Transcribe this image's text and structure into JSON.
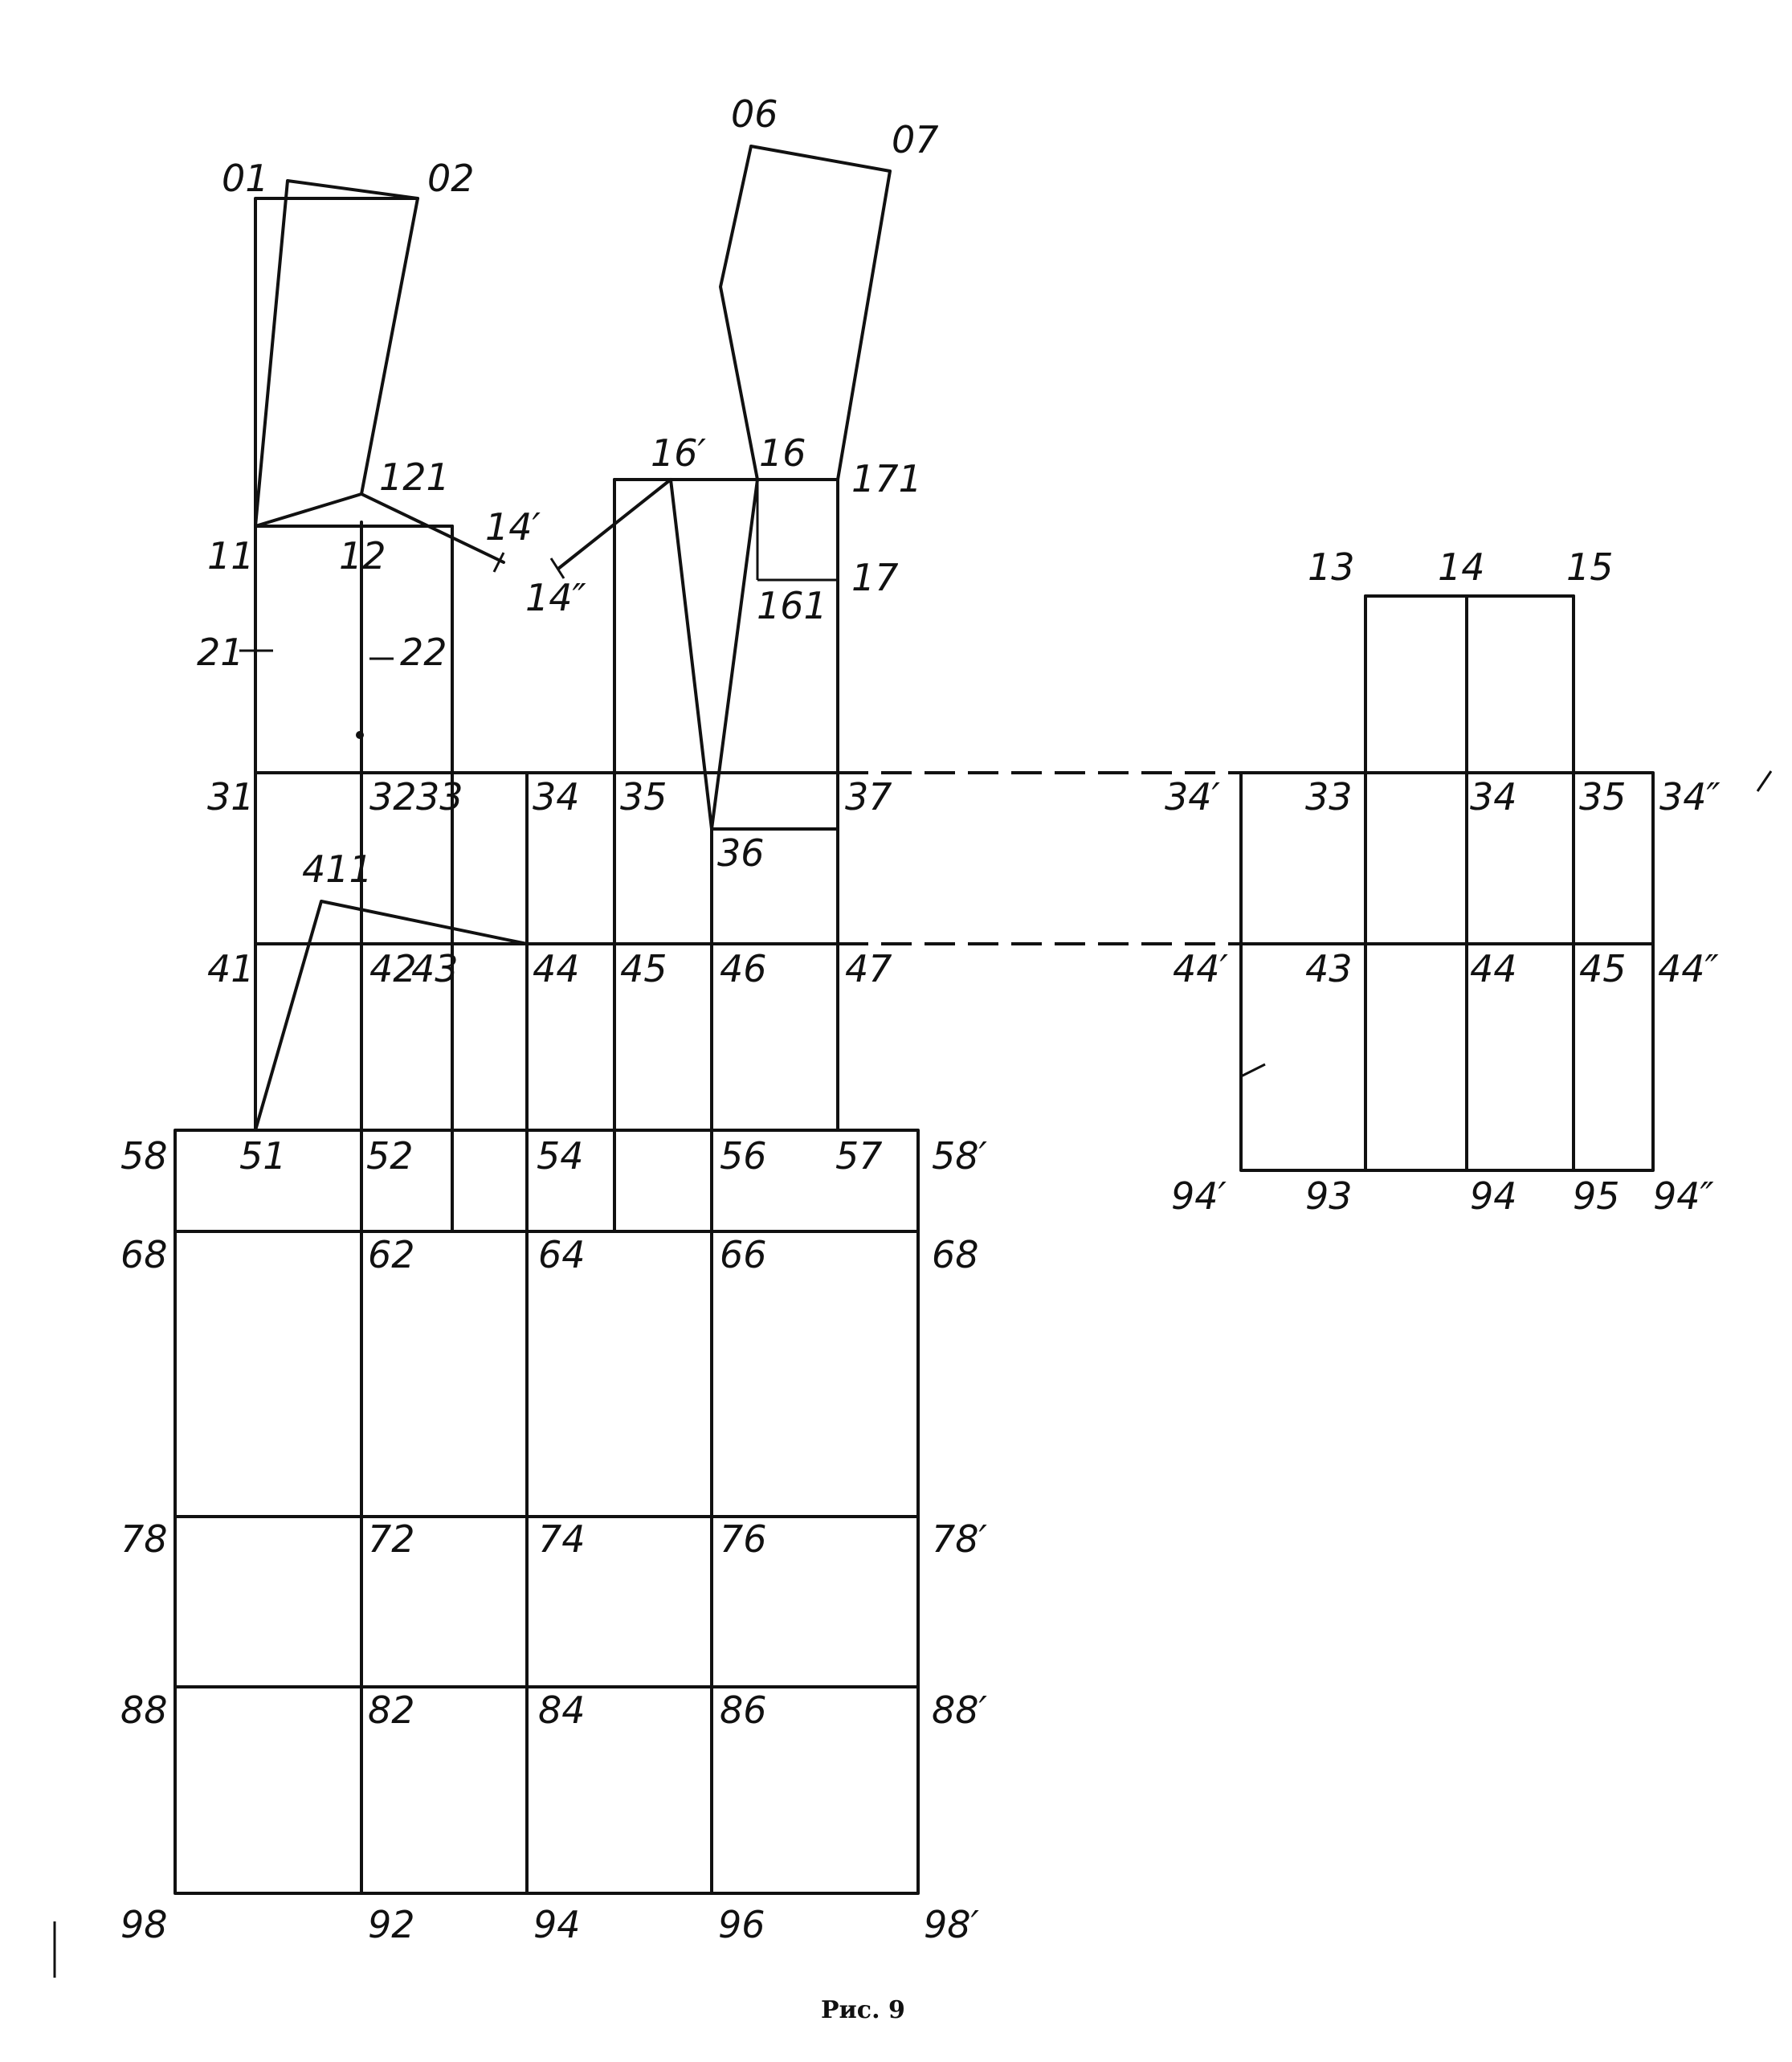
{
  "figure": {
    "caption": "Рис. 9",
    "labels": {
      "p01": "01",
      "p02": "02",
      "p06": "06",
      "p07": "07",
      "p121": "121",
      "p16p": "16′",
      "p16": "16",
      "p171": "171",
      "p11": "11",
      "p12": "12",
      "p14p": "14′",
      "p14pp": "14″",
      "p161": "161",
      "p17": "17",
      "p21": "21",
      "p22": "22",
      "p31": "31",
      "p32": "32",
      "p33": "33",
      "p34": "34",
      "p35": "35",
      "p37": "37",
      "p36": "36",
      "p411": "411",
      "p41": "41",
      "p42": "42",
      "p43": "43",
      "p44": "44",
      "p45": "45",
      "p46": "46",
      "p47": "47",
      "p58": "58",
      "p51": "51",
      "p52": "52",
      "p54": "54",
      "p56": "56",
      "p57": "57",
      "p58p": "58′",
      "p68": "68",
      "p62": "62",
      "p64": "64",
      "p66": "66",
      "p68r": "68",
      "p78": "78",
      "p72": "72",
      "p74": "74",
      "p76": "76",
      "p78p": "78′",
      "p88": "88",
      "p82": "82",
      "p84": "84",
      "p86": "86",
      "p88p": "88′",
      "p98": "98",
      "p92": "92",
      "p94": "94",
      "p96": "96",
      "p98p": "98′",
      "r13": "13",
      "r14": "14",
      "r15": "15",
      "r34p": "34′",
      "r33": "33",
      "r34": "34",
      "r35": "35",
      "r34pp": "34″",
      "r44p": "44′",
      "r43": "43",
      "r44": "44",
      "r45": "45",
      "r44pp": "44″",
      "r94p": "94′",
      "r93": "93",
      "r94": "94",
      "r95": "95",
      "r94pp": "94″"
    }
  }
}
